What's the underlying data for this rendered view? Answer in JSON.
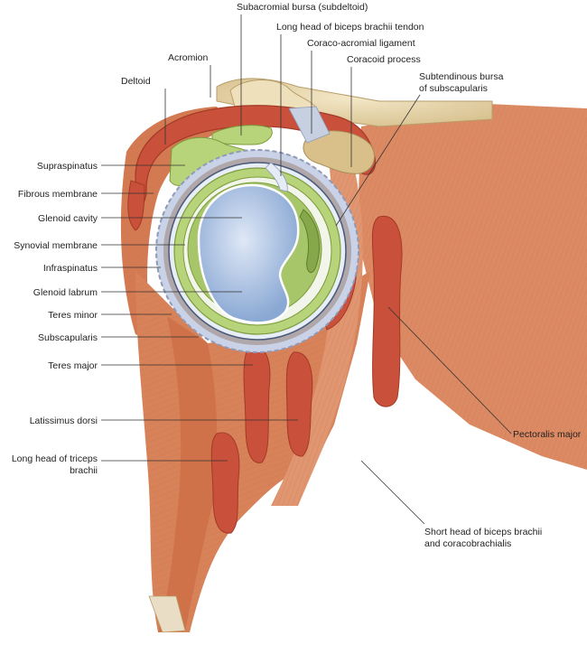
{
  "labels": {
    "subacromial_bursa": "Subacromial bursa (subdeltoid)",
    "long_head_biceps_tendon": "Long head of biceps brachii tendon",
    "coraco_acromial_ligament": "Coraco-acromial ligament",
    "coracoid_process": "Coracoid process",
    "acromion": "Acromion",
    "deltoid": "Deltoid",
    "subtendinous_bursa_line1": "Subtendinous bursa",
    "subtendinous_bursa_line2": "of subscapularis",
    "supraspinatus": "Supraspinatus",
    "fibrous_membrane": "Fibrous membrane",
    "glenoid_cavity": "Glenoid cavity",
    "synovial_membrane": "Synovial membrane",
    "infraspinatus": "Infraspinatus",
    "glenoid_labrum": "Glenoid labrum",
    "teres_minor": "Teres minor",
    "subscapularis": "Subscapularis",
    "teres_major": "Teres major",
    "latissimus_dorsi": "Latissimus dorsi",
    "triceps_line1": "Long head of triceps",
    "triceps_line2": "brachii",
    "pectoralis_major": "Pectoralis major",
    "short_head_line1": "Short head of biceps brachii",
    "short_head_line2": "and coracobrachialis"
  },
  "colors": {
    "muscle": "#d9845c",
    "muscle_dark": "#b85f3c",
    "bursa_red": "#c9503a",
    "bone": "#ecdcb4",
    "cartilage_green": "#b8d47a",
    "synovial_blue": "#9bb6dc",
    "capsule_grey": "#c9d2e6"
  }
}
